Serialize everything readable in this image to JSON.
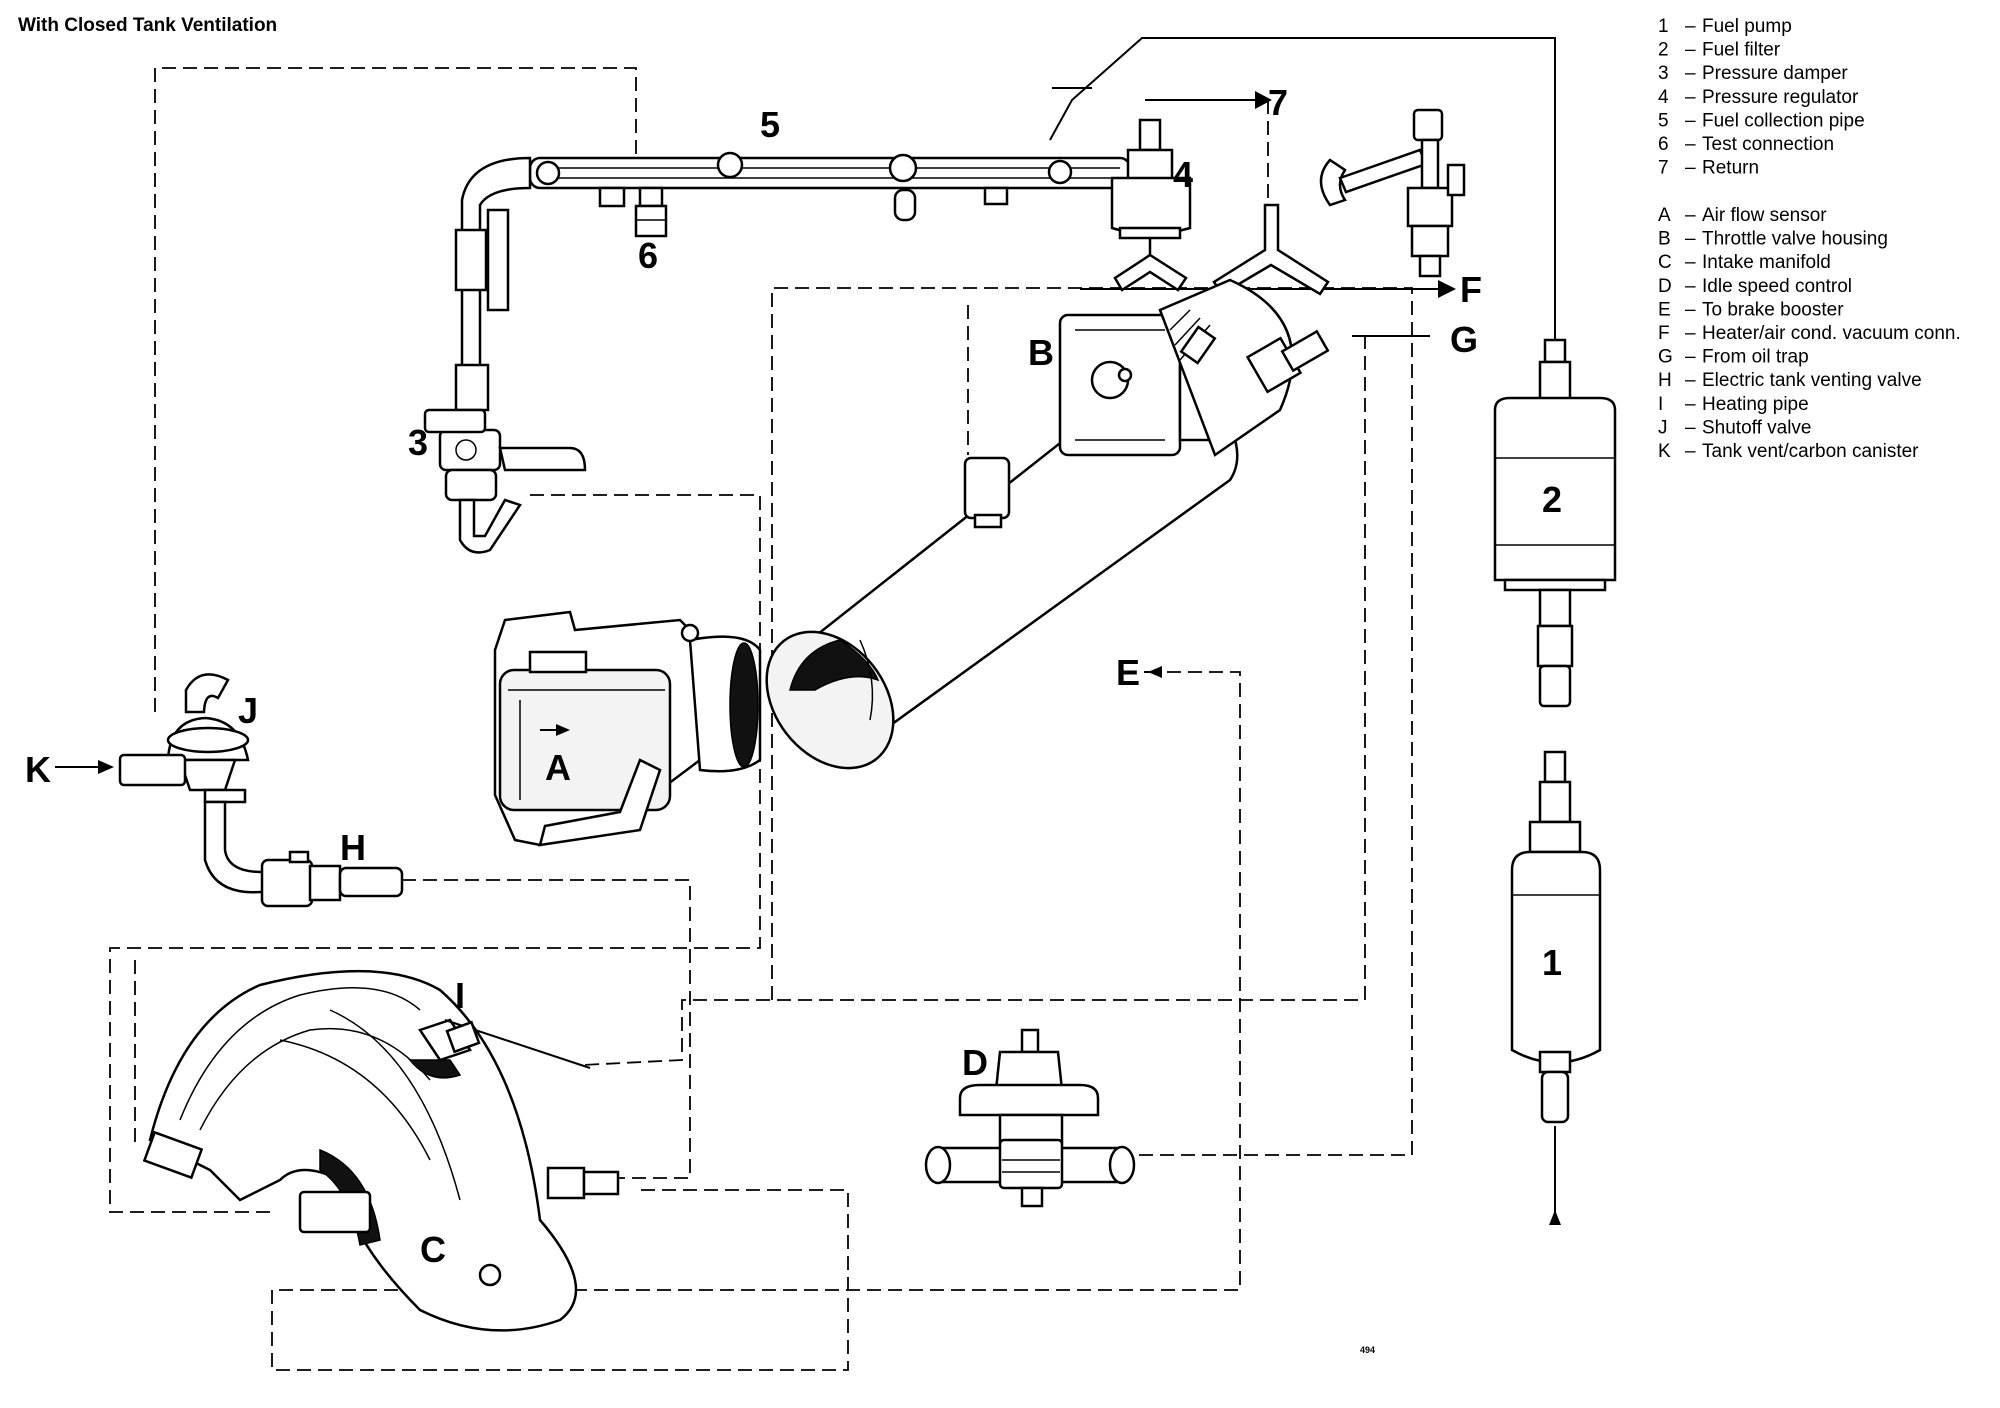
{
  "header": {
    "title": "With Closed Tank Ventilation"
  },
  "footer": {
    "page_number": "494"
  },
  "callouts": {
    "n1": "1",
    "n2": "2",
    "n3": "3",
    "n4": "4",
    "n5": "5",
    "n6": "6",
    "n7": "7",
    "A": "A",
    "B": "B",
    "C": "C",
    "D": "D",
    "E": "E",
    "F": "F",
    "G": "G",
    "H": "H",
    "I": "I",
    "J": "J",
    "K": "K"
  },
  "legend": {
    "numbered": [
      {
        "key": "1",
        "sep": "–",
        "label": "Fuel pump"
      },
      {
        "key": "2",
        "sep": "–",
        "label": "Fuel filter"
      },
      {
        "key": "3",
        "sep": "–",
        "label": "Pressure damper"
      },
      {
        "key": "4",
        "sep": "–",
        "label": "Pressure regulator"
      },
      {
        "key": "5",
        "sep": "–",
        "label": "Fuel collection pipe"
      },
      {
        "key": "6",
        "sep": "–",
        "label": "Test connection"
      },
      {
        "key": "7",
        "sep": "–",
        "label": "Return"
      }
    ],
    "lettered": [
      {
        "key": "A",
        "sep": "–",
        "label": "Air flow sensor"
      },
      {
        "key": "B",
        "sep": "–",
        "label": "Throttle valve housing"
      },
      {
        "key": "C",
        "sep": "–",
        "label": "Intake manifold"
      },
      {
        "key": "D",
        "sep": "–",
        "label": "Idle speed control"
      },
      {
        "key": "E",
        "sep": "–",
        "label": "To brake booster"
      },
      {
        "key": "F",
        "sep": "–",
        "label": "Heater/air cond. vacuum conn."
      },
      {
        "key": "G",
        "sep": "–",
        "label": "From oil trap"
      },
      {
        "key": "H",
        "sep": "–",
        "label": "Electric tank venting valve"
      },
      {
        "key": "I",
        "sep": "–",
        "label": "Heating pipe"
      },
      {
        "key": "J",
        "sep": "–",
        "label": "Shutoff valve"
      },
      {
        "key": "K",
        "sep": "–",
        "label": "Tank vent/carbon canister"
      }
    ]
  }
}
